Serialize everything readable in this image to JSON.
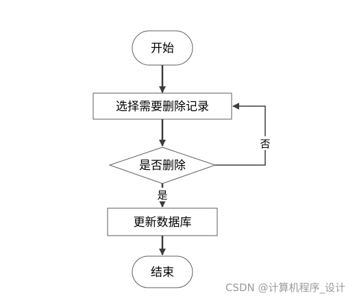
{
  "diagram": {
    "type": "flowchart",
    "nodes": {
      "start": {
        "shape": "terminal",
        "label": "开始"
      },
      "select": {
        "shape": "process",
        "label": "选择需要删除记录"
      },
      "decision": {
        "shape": "decision",
        "label": "是否删除"
      },
      "update": {
        "shape": "process",
        "label": "更新数据库"
      },
      "end": {
        "shape": "terminal",
        "label": "结束"
      }
    },
    "edges": {
      "yes_label": "是",
      "no_label": "否"
    },
    "colors": {
      "stroke": "#5b5b5b",
      "arrow": "#3c3c3c",
      "fill": "#ffffff",
      "text": "#000000",
      "watermark": "#9a9a9a"
    }
  },
  "watermark": {
    "text": "CSDN @计算机程序_设计"
  }
}
